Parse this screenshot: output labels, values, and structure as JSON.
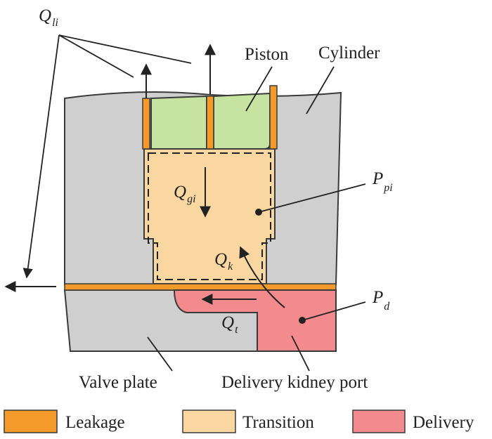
{
  "labels": {
    "q_li": {
      "main": "Q",
      "sub": "li"
    },
    "piston": "Piston",
    "cylinder": "Cylinder",
    "q_gi": {
      "main": "Q",
      "sub": "gi"
    },
    "p_pi": {
      "main": "P",
      "sub": "pi"
    },
    "q_k": {
      "main": "Q",
      "sub": "k"
    },
    "p_d": {
      "main": "P",
      "sub": "d"
    },
    "q_t": {
      "main": "Q",
      "sub": "t"
    },
    "valve_plate": "Valve plate",
    "delivery_port": "Delivery kidney port"
  },
  "legend": [
    {
      "label": "Leakage",
      "color": "#f39a2b"
    },
    {
      "label": "Transition",
      "color": "#fad7a0"
    },
    {
      "label": "Delivery",
      "color": "#f28a8e"
    }
  ],
  "colors": {
    "body": "#cfcfcf",
    "piston": "#c7e3a2",
    "leakage": "#f39a2b",
    "transition": "#fad7a0",
    "delivery": "#f28a8e",
    "outline": "#3a3a3a"
  }
}
